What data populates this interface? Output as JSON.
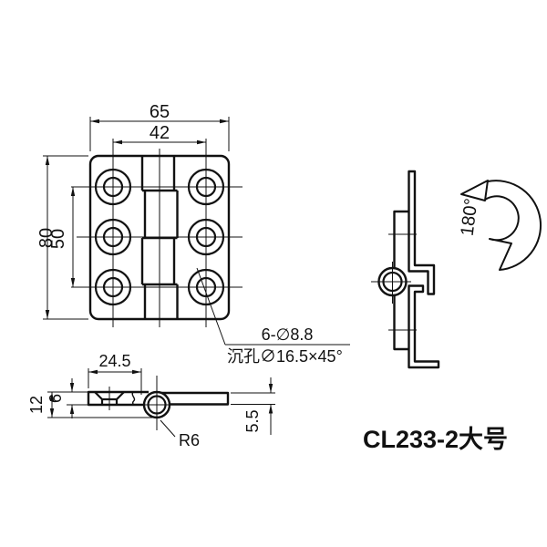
{
  "title": "CL233-2大号",
  "front_view": {
    "width": "65",
    "hole_span_width": "42",
    "height": "80",
    "hole_span_height": "50",
    "hole_note_line1": "6-∅8.8",
    "hole_note_line2": "沉孔∅16.5×45°"
  },
  "side_view": {
    "rotation": "180°"
  },
  "bottom_view": {
    "tab_length": "24.5",
    "total_height": "12",
    "plate_thickness": "6",
    "right_plate_thickness": "5.5",
    "knuckle_radius": "R6"
  }
}
